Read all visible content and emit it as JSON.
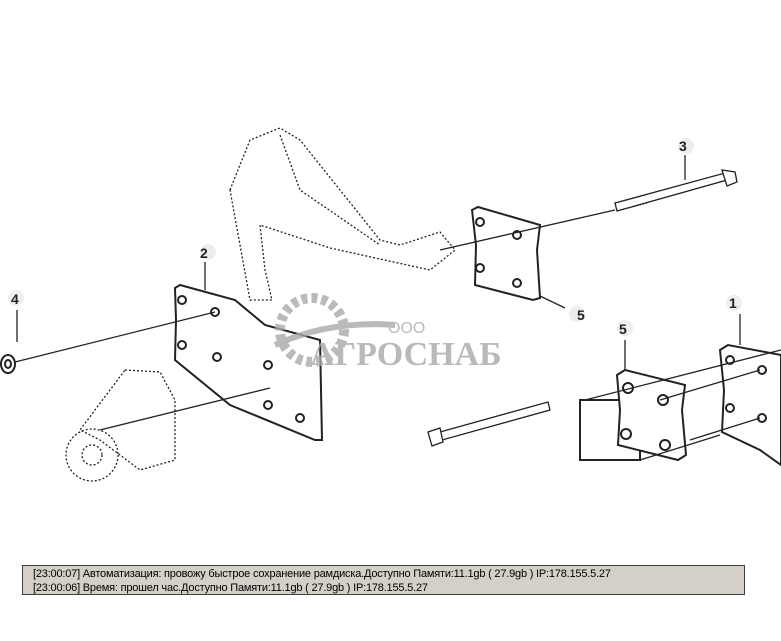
{
  "diagram": {
    "callouts": [
      "1",
      "2",
      "3",
      "4",
      "5",
      "5"
    ],
    "watermark": {
      "prefix": "ООО",
      "name": "АГРОСНАБ"
    }
  },
  "log": {
    "lines": [
      "[23:00:07]  Автоматизация: провожу быстрое сохранение рамдиска.Доступно Памяти:11.1gb  ( 27.9gb ) IP:178.155.5.27",
      "[23:00:06]  Время: прошел час.Доступно Памяти:11.1gb  ( 27.9gb ) IP:178.155.5.27"
    ],
    "background": "#d4d0c8"
  }
}
